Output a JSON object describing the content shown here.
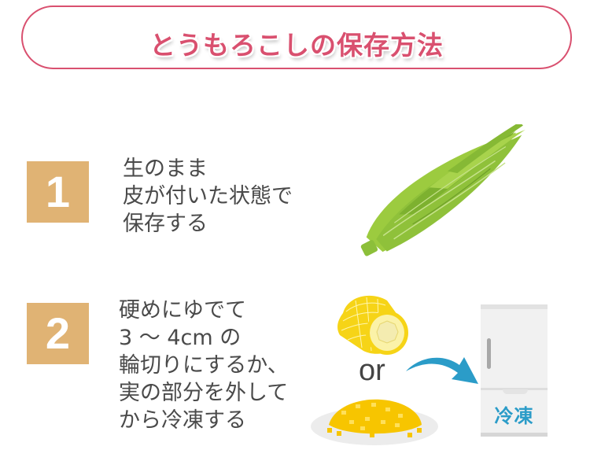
{
  "header": {
    "title": "とうもろこしの保存方法",
    "title_color": "#d9506f",
    "border_color": "#d9506f"
  },
  "steps": [
    {
      "number": "1",
      "lines": [
        "生のまま",
        "皮が付いた状態で",
        "保存する"
      ],
      "illustration": "corn-husk-icon"
    },
    {
      "number": "2",
      "lines": [
        "硬めにゆでて",
        "3 ～ 4cm の",
        "輪切りにするか、",
        "実の部分を外して",
        "から冷凍する"
      ],
      "illustrations": [
        "corn-round-slice-icon",
        "corn-kernels-plate-icon",
        "arrow-icon",
        "freezer-fridge-icon"
      ],
      "or_label": "or",
      "freezer_label": "冷凍"
    }
  ],
  "colors": {
    "number_box": "#e0b374",
    "text": "#4a4a4a",
    "arrow": "#2b9cc8",
    "husk": "#9ccb3f",
    "corn": "#f5d60f"
  }
}
